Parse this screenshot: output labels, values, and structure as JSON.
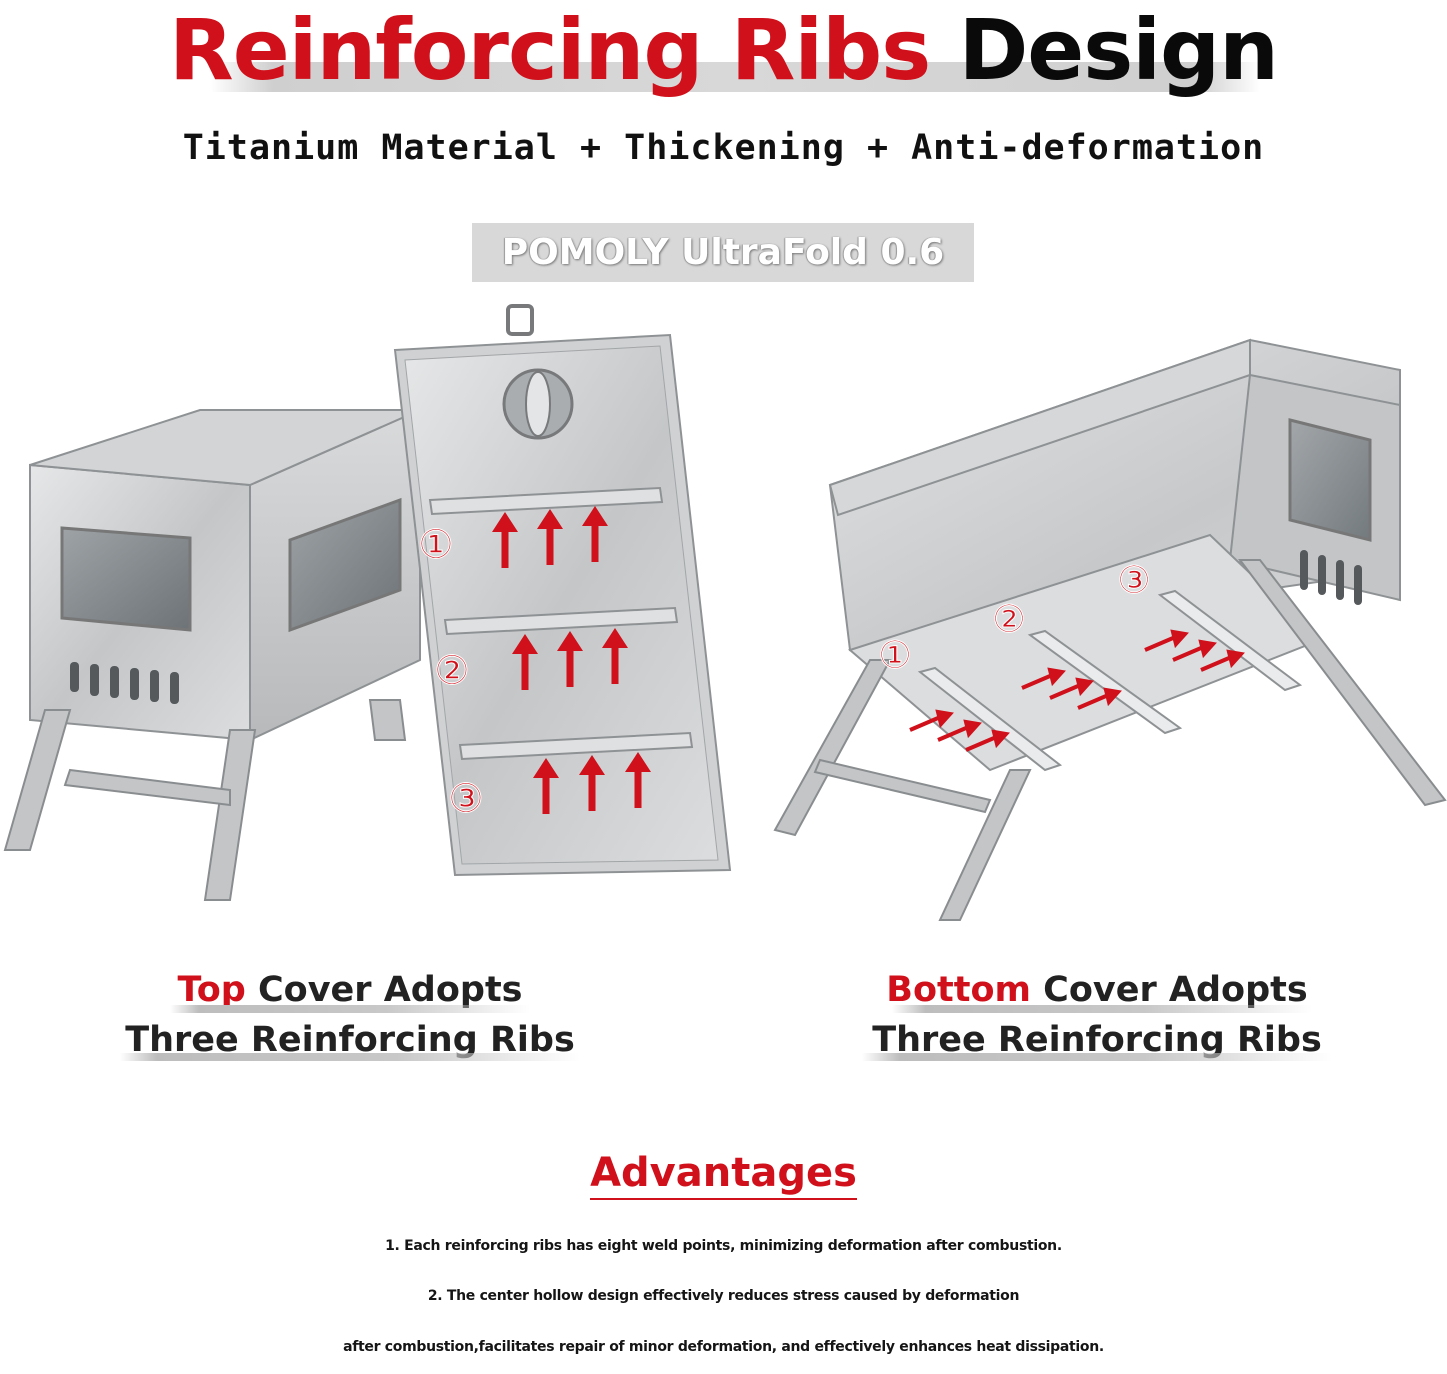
{
  "title": {
    "red": "Reinforcing Ribs",
    "black": "Design"
  },
  "subtitle": "Titanium Material + Thickening + Anti-deformation",
  "model": "POMOLY UltraFold 0.6",
  "left_view": {
    "markers": [
      "①",
      "②",
      "③"
    ],
    "caption_highlight": "Top",
    "caption_rest": " Cover Adopts",
    "caption_line2": "Three Reinforcing Ribs"
  },
  "right_view": {
    "markers": [
      "①",
      "②",
      "③"
    ],
    "caption_highlight": "Bottom",
    "caption_rest": " Cover Adopts",
    "caption_line2": "Three Reinforcing Ribs"
  },
  "advantages": {
    "title": "Advantages",
    "line1": "1. Each reinforcing ribs has eight weld points, minimizing deformation after combustion.",
    "line2a": "2. The center hollow design effectively reduces stress caused by deformation",
    "line2b": "after combustion,facilitates repair of minor deformation, and effectively enhances heat dissipation."
  },
  "colors": {
    "accent": "#d0101a",
    "metal": "#c9cbcd",
    "badge": "#d8d8d8"
  }
}
